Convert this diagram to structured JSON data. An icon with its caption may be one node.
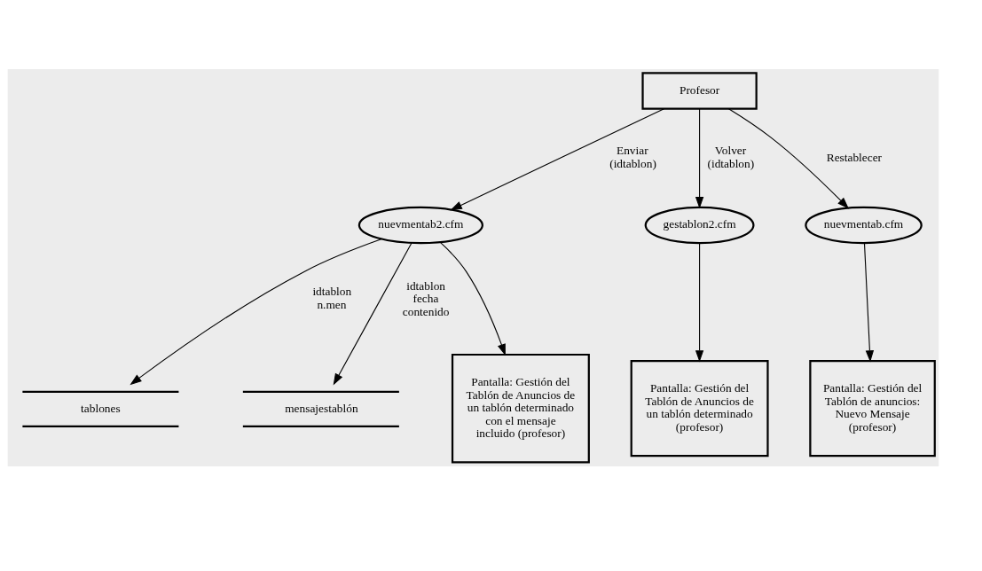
{
  "diagram": {
    "nodes": [
      {
        "text": [
          "Profesor"
        ]
      },
      {
        "text": [
          "nuevmentab2.cfm"
        ]
      },
      {
        "text": [
          "tablones"
        ]
      },
      {
        "text": [
          "mensajestablón"
        ]
      },
      {
        "text": [
          "Pantalla: Gestión del Tablón de Anuncios de un tablón determinado con el mensaje incluido (profesor)"
        ]
      },
      {
        "text": [
          "gestablon2.cfm"
        ]
      },
      {
        "text": [
          "nuevmentab.cfm"
        ]
      },
      {
        "text": [
          "Pantalla: Gestión del Tablón de Anuncios de un tablón determinado (profesor)"
        ]
      },
      {
        "text": [
          "Pantalla: Gestión del Tablón de anuncios: Nuevo Mensaje (profesor)"
        ]
      }
    ],
    "edges": [
      {
        "from": 0,
        "to": 1,
        "arrow": "to",
        "label": "Enviar (idtablon)"
      },
      {
        "from": 1,
        "to": 2,
        "arrow": "to",
        "label": "idtablon n.men"
      },
      {
        "from": 1,
        "to": 3,
        "arrow": "to",
        "label": "idtablon fecha contenido"
      },
      {
        "from": 1,
        "to": 4,
        "arrow": "to"
      },
      {
        "from": 0,
        "to": 5,
        "arrow": "to",
        "label": "Volver (idtablon)"
      },
      {
        "from": 0,
        "to": 6,
        "arrow": "to",
        "label": "Restablecer"
      },
      {
        "from": 5,
        "to": 7,
        "arrow": "to"
      },
      {
        "from": 6,
        "to": 8,
        "arrow": "to"
      }
    ]
  }
}
